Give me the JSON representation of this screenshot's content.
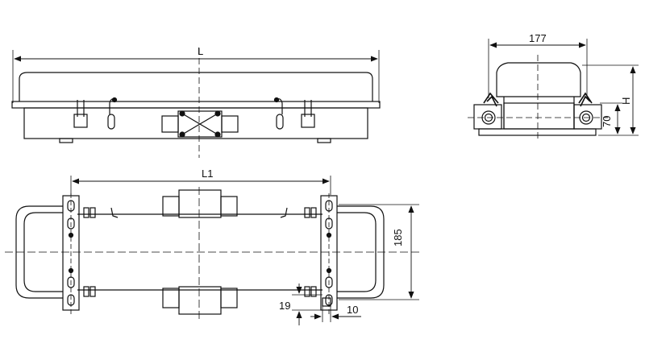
{
  "drawing": {
    "front_view": {
      "length_label": "L"
    },
    "side_view": {
      "width_label": "177",
      "height_label": "H",
      "base_height_label": "70"
    },
    "top_view": {
      "mount_distance_label": "L1",
      "mount_width_label": "185",
      "slot_offset_label": "19",
      "clip_offset_label": "10"
    }
  }
}
